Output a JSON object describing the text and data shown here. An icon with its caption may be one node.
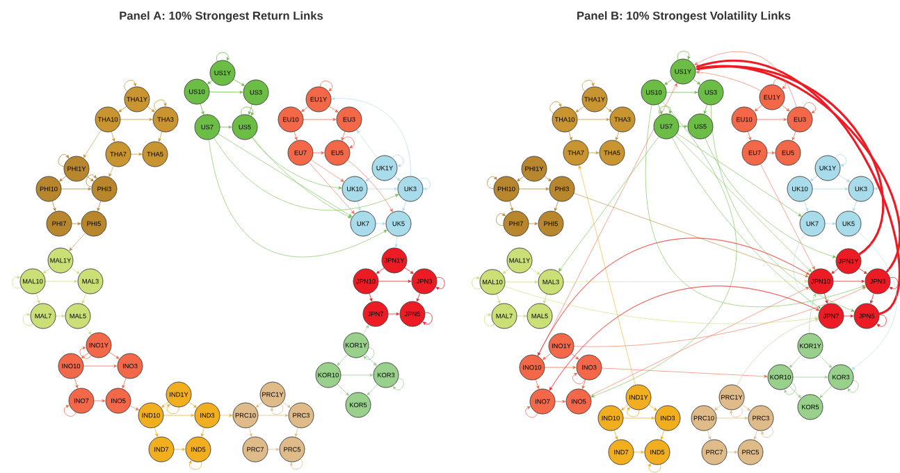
{
  "diagram": {
    "labels": [
      "Panel A: 10% Strongest Return Links",
      "Panel B: 10% Strongest Volatility Links"
    ],
    "nodes": [
      {
        "text": [
          "US1Y"
        ]
      },
      {
        "text": [
          "US10"
        ]
      },
      {
        "text": [
          "US3"
        ]
      },
      {
        "text": [
          "US7"
        ]
      },
      {
        "text": [
          "US5"
        ]
      },
      {
        "text": [
          "EU1Y"
        ]
      },
      {
        "text": [
          "EU10"
        ]
      },
      {
        "text": [
          "EU3"
        ]
      },
      {
        "text": [
          "EU7"
        ]
      },
      {
        "text": [
          "EU5"
        ]
      },
      {
        "text": [
          "UK1Y"
        ]
      },
      {
        "text": [
          "UK10"
        ]
      },
      {
        "text": [
          "UK3"
        ]
      },
      {
        "text": [
          "UK7"
        ]
      },
      {
        "text": [
          "UK5"
        ]
      },
      {
        "text": [
          "JPN1Y"
        ]
      },
      {
        "text": [
          "JPN10"
        ]
      },
      {
        "text": [
          "JPN3"
        ]
      },
      {
        "text": [
          "JPN7"
        ]
      },
      {
        "text": [
          "JPN5"
        ]
      },
      {
        "text": [
          "KOR1Y"
        ]
      },
      {
        "text": [
          "KOR10"
        ]
      },
      {
        "text": [
          "KOR3"
        ]
      },
      {
        "text": [
          "KOR5"
        ]
      },
      {
        "text": [
          "PRC1Y"
        ]
      },
      {
        "text": [
          "PRC10"
        ]
      },
      {
        "text": [
          "PRC3"
        ]
      },
      {
        "text": [
          "PRC7"
        ]
      },
      {
        "text": [
          "PRC5"
        ]
      },
      {
        "text": [
          "IND1Y"
        ]
      },
      {
        "text": [
          "IND10"
        ]
      },
      {
        "text": [
          "IND3"
        ]
      },
      {
        "text": [
          "IND7"
        ]
      },
      {
        "text": [
          "IND5"
        ]
      },
      {
        "text": [
          "INO1Y"
        ]
      },
      {
        "text": [
          "INO10"
        ]
      },
      {
        "text": [
          "INO3"
        ]
      },
      {
        "text": [
          "INO7"
        ]
      },
      {
        "text": [
          "INO5"
        ]
      },
      {
        "text": [
          "MAL1Y"
        ]
      },
      {
        "text": [
          "MAL10"
        ]
      },
      {
        "text": [
          "MAL3"
        ]
      },
      {
        "text": [
          "MAL7"
        ]
      },
      {
        "text": [
          "MAL5"
        ]
      },
      {
        "text": [
          "PHI1Y"
        ]
      },
      {
        "text": [
          "PHI10"
        ]
      },
      {
        "text": [
          "PHI3"
        ]
      },
      {
        "text": [
          "PHI7"
        ]
      },
      {
        "text": [
          "PHI5"
        ]
      },
      {
        "text": [
          "THA1Y"
        ]
      },
      {
        "text": [
          "THA10"
        ]
      },
      {
        "text": [
          "THA3"
        ]
      },
      {
        "text": [
          "THA7"
        ]
      },
      {
        "text": [
          "THA5"
        ]
      },
      {
        "text": [
          "US1Y"
        ]
      },
      {
        "text": [
          "US10"
        ]
      },
      {
        "text": [
          "US3"
        ]
      },
      {
        "text": [
          "US7"
        ]
      },
      {
        "text": [
          "US5"
        ]
      },
      {
        "text": [
          "EU1Y"
        ]
      },
      {
        "text": [
          "EU10"
        ]
      },
      {
        "text": [
          "EU3"
        ]
      },
      {
        "text": [
          "EU7"
        ]
      },
      {
        "text": [
          "EU5"
        ]
      },
      {
        "text": [
          "UK1Y"
        ]
      },
      {
        "text": [
          "UK10"
        ]
      },
      {
        "text": [
          "UK3"
        ]
      },
      {
        "text": [
          "UK7"
        ]
      },
      {
        "text": [
          "UK5"
        ]
      },
      {
        "text": [
          "JPN1Y"
        ]
      },
      {
        "text": [
          "JPN10"
        ]
      },
      {
        "text": [
          "JPN3"
        ]
      },
      {
        "text": [
          "JPN7"
        ]
      },
      {
        "text": [
          "JPN5"
        ]
      },
      {
        "text": [
          "KOR1Y"
        ]
      },
      {
        "text": [
          "KOR10"
        ]
      },
      {
        "text": [
          "KOR3"
        ]
      },
      {
        "text": [
          "KOR5"
        ]
      },
      {
        "text": [
          "PRC1Y"
        ]
      },
      {
        "text": [
          "PRC10"
        ]
      },
      {
        "text": [
          "PRC3"
        ]
      },
      {
        "text": [
          "PRC7"
        ]
      },
      {
        "text": [
          "PRC5"
        ]
      },
      {
        "text": [
          "IND1Y"
        ]
      },
      {
        "text": [
          "IND10"
        ]
      },
      {
        "text": [
          "IND3"
        ]
      },
      {
        "text": [
          "IND7"
        ]
      },
      {
        "text": [
          "IND5"
        ]
      },
      {
        "text": [
          "INO1Y"
        ]
      },
      {
        "text": [
          "INO10"
        ]
      },
      {
        "text": [
          "INO3"
        ]
      },
      {
        "text": [
          "INO7"
        ]
      },
      {
        "text": [
          "INO5"
        ]
      },
      {
        "text": [
          "MAL1Y"
        ]
      },
      {
        "text": [
          "MAL10"
        ]
      },
      {
        "text": [
          "MAL3"
        ]
      },
      {
        "text": [
          "MAL7"
        ]
      },
      {
        "text": [
          "MAL5"
        ]
      },
      {
        "text": [
          "PHI1Y"
        ]
      },
      {
        "text": [
          "PHI10"
        ]
      },
      {
        "text": [
          "PHI3"
        ]
      },
      {
        "text": [
          "PHI7"
        ]
      },
      {
        "text": [
          "PHI5"
        ]
      },
      {
        "text": [
          "THA1Y"
        ]
      },
      {
        "text": [
          "THA10"
        ]
      },
      {
        "text": [
          "THA3"
        ]
      },
      {
        "text": [
          "THA7"
        ]
      },
      {
        "text": [
          "THA5"
        ]
      }
    ],
    "edges": [
      {
        "from": 0,
        "to": 1,
        "arrow": "to",
        "color": "#6cbd45"
      },
      {
        "from": 0,
        "to": 2,
        "arrow": "to",
        "color": "#6cbd45"
      },
      {
        "from": 1,
        "to": 2,
        "arrow": "to",
        "color": "#6cbd45"
      },
      {
        "from": 1,
        "to": 3,
        "arrow": "to",
        "color": "#6cbd45"
      },
      {
        "from": 2,
        "to": 4,
        "arrow": "to",
        "color": "#6cbd45"
      },
      {
        "from": 3,
        "to": 4,
        "arrow": "to",
        "color": "#6cbd45"
      },
      {
        "from": 0,
        "to": 0,
        "arrow": "to",
        "color": "#6cbd45"
      },
      {
        "from": 4,
        "to": 4,
        "arrow": "to",
        "color": "#6cbd45"
      },
      {
        "from": 5,
        "to": 6,
        "arrow": "to",
        "color": "#f26849"
      },
      {
        "from": 5,
        "to": 7,
        "arrow": "to",
        "color": "#f26849"
      },
      {
        "from": 6,
        "to": 7,
        "arrow": "to",
        "color": "#f26849"
      },
      {
        "from": 6,
        "to": 8,
        "arrow": "to",
        "color": "#f26849"
      },
      {
        "from": 7,
        "to": 9,
        "arrow": "to",
        "color": "#f26849"
      },
      {
        "from": 8,
        "to": 9,
        "arrow": "to",
        "color": "#f26849"
      },
      {
        "from": 5,
        "to": 5,
        "arrow": "to",
        "color": "#f26849"
      },
      {
        "from": 9,
        "to": 9,
        "arrow": "to",
        "color": "#f26849"
      },
      {
        "from": 10,
        "to": 11,
        "arrow": "to",
        "color": "#a8dcea"
      },
      {
        "from": 10,
        "to": 12,
        "arrow": "to",
        "color": "#a8dcea"
      },
      {
        "from": 11,
        "to": 12,
        "arrow": "to",
        "color": "#a8dcea"
      },
      {
        "from": 11,
        "to": 13,
        "arrow": "to",
        "color": "#a8dcea"
      },
      {
        "from": 12,
        "to": 14,
        "arrow": "to",
        "color": "#a8dcea"
      },
      {
        "from": 13,
        "to": 14,
        "arrow": "to",
        "color": "#a8dcea"
      },
      {
        "from": 10,
        "to": 10,
        "arrow": "to",
        "color": "#a8dcea"
      },
      {
        "from": 12,
        "to": 12,
        "arrow": "to",
        "color": "#a8dcea"
      },
      {
        "from": 15,
        "to": 16,
        "arrow": "to",
        "color": "#ed1c24"
      },
      {
        "from": 15,
        "to": 17,
        "arrow": "to",
        "color": "#ed1c24"
      },
      {
        "from": 16,
        "to": 17,
        "arrow": "to",
        "color": "#ed1c24"
      },
      {
        "from": 16,
        "to": 18,
        "arrow": "to",
        "color": "#ed1c24"
      },
      {
        "from": 17,
        "to": 19,
        "arrow": "to",
        "color": "#ed1c24"
      },
      {
        "from": 18,
        "to": 19,
        "arrow": "to",
        "color": "#ed1c24"
      },
      {
        "from": 17,
        "to": 17,
        "arrow": "to",
        "color": "#ed1c24"
      },
      {
        "from": 19,
        "to": 19,
        "arrow": "to",
        "color": "#ed1c24"
      },
      {
        "from": 20,
        "to": 21,
        "arrow": "to",
        "color": "#98d08c"
      },
      {
        "from": 20,
        "to": 22,
        "arrow": "to",
        "color": "#98d08c"
      },
      {
        "from": 21,
        "to": 22,
        "arrow": "to",
        "color": "#98d08c"
      },
      {
        "from": 21,
        "to": 23,
        "arrow": "to",
        "color": "#98d08c"
      },
      {
        "from": 22,
        "to": 23,
        "arrow": "to",
        "color": "#98d08c"
      },
      {
        "from": 20,
        "to": 20,
        "arrow": "to",
        "color": "#98d08c"
      },
      {
        "from": 22,
        "to": 22,
        "arrow": "to",
        "color": "#98d08c"
      },
      {
        "from": 24,
        "to": 25,
        "arrow": "to",
        "color": "#e0bb8a"
      },
      {
        "from": 24,
        "to": 26,
        "arrow": "to",
        "color": "#e0bb8a"
      },
      {
        "from": 25,
        "to": 26,
        "arrow": "to",
        "color": "#e0bb8a"
      },
      {
        "from": 25,
        "to": 27,
        "arrow": "to",
        "color": "#e0bb8a"
      },
      {
        "from": 26,
        "to": 28,
        "arrow": "to",
        "color": "#e0bb8a"
      },
      {
        "from": 27,
        "to": 28,
        "arrow": "to",
        "color": "#e0bb8a"
      },
      {
        "from": 24,
        "to": 24,
        "arrow": "to",
        "color": "#e0bb8a"
      },
      {
        "from": 28,
        "to": 28,
        "arrow": "to",
        "color": "#e0bb8a"
      },
      {
        "from": 29,
        "to": 30,
        "arrow": "to",
        "color": "#f1ae1f"
      },
      {
        "from": 29,
        "to": 31,
        "arrow": "to",
        "color": "#f1ae1f"
      },
      {
        "from": 30,
        "to": 31,
        "arrow": "to",
        "color": "#f1ae1f"
      },
      {
        "from": 30,
        "to": 32,
        "arrow": "to",
        "color": "#f1ae1f"
      },
      {
        "from": 31,
        "to": 33,
        "arrow": "to",
        "color": "#f1ae1f"
      },
      {
        "from": 32,
        "to": 33,
        "arrow": "to",
        "color": "#f1ae1f"
      },
      {
        "from": 29,
        "to": 29,
        "arrow": "to",
        "color": "#f1ae1f"
      },
      {
        "from": 33,
        "to": 33,
        "arrow": "to",
        "color": "#f1ae1f"
      },
      {
        "from": 34,
        "to": 35,
        "arrow": "to",
        "color": "#f26849"
      },
      {
        "from": 34,
        "to": 36,
        "arrow": "to",
        "color": "#f26849"
      },
      {
        "from": 35,
        "to": 36,
        "arrow": "to",
        "color": "#f26849"
      },
      {
        "from": 35,
        "to": 37,
        "arrow": "to",
        "color": "#f26849"
      },
      {
        "from": 36,
        "to": 38,
        "arrow": "to",
        "color": "#f26849"
      },
      {
        "from": 37,
        "to": 38,
        "arrow": "to",
        "color": "#f26849"
      },
      {
        "from": 34,
        "to": 34,
        "arrow": "to",
        "color": "#f26849"
      },
      {
        "from": 37,
        "to": 37,
        "arrow": "to",
        "color": "#f26849"
      },
      {
        "from": 39,
        "to": 40,
        "arrow": "to",
        "color": "#cadf76"
      },
      {
        "from": 39,
        "to": 41,
        "arrow": "to",
        "color": "#cadf76"
      },
      {
        "from": 40,
        "to": 41,
        "arrow": "to",
        "color": "#cadf76"
      },
      {
        "from": 40,
        "to": 42,
        "arrow": "to",
        "color": "#cadf76"
      },
      {
        "from": 41,
        "to": 43,
        "arrow": "to",
        "color": "#cadf76"
      },
      {
        "from": 42,
        "to": 43,
        "arrow": "to",
        "color": "#cadf76"
      },
      {
        "from": 40,
        "to": 40,
        "arrow": "to",
        "color": "#cadf76"
      },
      {
        "from": 42,
        "to": 42,
        "arrow": "to",
        "color": "#cadf76"
      },
      {
        "from": 44,
        "to": 45,
        "arrow": "to",
        "color": "#b8862c"
      },
      {
        "from": 44,
        "to": 46,
        "arrow": "to",
        "color": "#b8862c"
      },
      {
        "from": 45,
        "to": 46,
        "arrow": "to",
        "color": "#b8862c"
      },
      {
        "from": 45,
        "to": 47,
        "arrow": "to",
        "color": "#b8862c"
      },
      {
        "from": 46,
        "to": 48,
        "arrow": "to",
        "color": "#b8862c"
      },
      {
        "from": 47,
        "to": 48,
        "arrow": "to",
        "color": "#b8862c"
      },
      {
        "from": 44,
        "to": 44,
        "arrow": "to",
        "color": "#b8862c"
      },
      {
        "from": 46,
        "to": 46,
        "arrow": "to",
        "color": "#b8862c"
      },
      {
        "from": 49,
        "to": 50,
        "arrow": "to",
        "color": "#c99530"
      },
      {
        "from": 49,
        "to": 51,
        "arrow": "to",
        "color": "#c99530"
      },
      {
        "from": 50,
        "to": 51,
        "arrow": "to",
        "color": "#c99530"
      },
      {
        "from": 50,
        "to": 52,
        "arrow": "to",
        "color": "#c99530"
      },
      {
        "from": 51,
        "to": 53,
        "arrow": "to",
        "color": "#c99530"
      },
      {
        "from": 52,
        "to": 53,
        "arrow": "to",
        "color": "#c99530"
      },
      {
        "from": 49,
        "to": 49,
        "arrow": "to",
        "color": "#c99530"
      },
      {
        "from": 51,
        "to": 51,
        "arrow": "to",
        "color": "#c99530"
      },
      {
        "from": 3,
        "to": 13,
        "arrow": "to",
        "color": "#6cbd45"
      },
      {
        "from": 3,
        "to": 14,
        "arrow": "to",
        "color": "#6cbd45"
      },
      {
        "from": 4,
        "to": 11,
        "arrow": "to",
        "color": "#6cbd45"
      },
      {
        "from": 3,
        "to": 12,
        "arrow": "to",
        "color": "#6cbd45"
      },
      {
        "from": 4,
        "to": 13,
        "arrow": "to",
        "color": "#6cbd45"
      },
      {
        "from": 8,
        "to": 13,
        "arrow": "to",
        "color": "#f26849"
      },
      {
        "from": 9,
        "to": 14,
        "arrow": "to",
        "color": "#f26849"
      },
      {
        "from": 8,
        "to": 11,
        "arrow": "to",
        "color": "#f26849"
      },
      {
        "from": 10,
        "to": 7,
        "arrow": "to",
        "color": "#a8dcea"
      },
      {
        "from": 12,
        "to": 5,
        "arrow": "to",
        "color": "#a8dcea"
      },
      {
        "from": 14,
        "to": 15,
        "arrow": "to",
        "color": "#a8dcea"
      },
      {
        "from": 20,
        "to": 18,
        "arrow": "to",
        "color": "#98d08c"
      },
      {
        "from": 31,
        "to": 25,
        "arrow": "to",
        "color": "#f1ae1f"
      },
      {
        "from": 38,
        "to": 30,
        "arrow": "to",
        "color": "#f26849"
      },
      {
        "from": 43,
        "to": 34,
        "arrow": "to",
        "color": "#cadf76"
      },
      {
        "from": 48,
        "to": 39,
        "arrow": "to",
        "color": "#b8862c"
      },
      {
        "from": 52,
        "to": 46,
        "arrow": "to",
        "color": "#c99530"
      },
      {
        "from": 50,
        "to": 44,
        "arrow": "to",
        "color": "#c99530"
      },
      {
        "from": 54,
        "to": 55,
        "arrow": "to",
        "color": "#6cbd45"
      },
      {
        "from": 54,
        "to": 56,
        "arrow": "to",
        "color": "#6cbd45"
      },
      {
        "from": 55,
        "to": 56,
        "arrow": "to",
        "color": "#6cbd45"
      },
      {
        "from": 55,
        "to": 57,
        "arrow": "to",
        "color": "#6cbd45"
      },
      {
        "from": 56,
        "to": 58,
        "arrow": "to",
        "color": "#6cbd45"
      },
      {
        "from": 57,
        "to": 58,
        "arrow": "to",
        "color": "#6cbd45"
      },
      {
        "from": 54,
        "to": 54,
        "arrow": "to",
        "color": "#6cbd45"
      },
      {
        "from": 57,
        "to": 57,
        "arrow": "to",
        "color": "#6cbd45"
      },
      {
        "from": 59,
        "to": 60,
        "arrow": "to",
        "color": "#f26849"
      },
      {
        "from": 59,
        "to": 61,
        "arrow": "to",
        "color": "#f26849"
      },
      {
        "from": 60,
        "to": 61,
        "arrow": "to",
        "color": "#f26849"
      },
      {
        "from": 60,
        "to": 62,
        "arrow": "to",
        "color": "#f26849"
      },
      {
        "from": 61,
        "to": 63,
        "arrow": "to",
        "color": "#f26849"
      },
      {
        "from": 62,
        "to": 63,
        "arrow": "to",
        "color": "#f26849"
      },
      {
        "from": 59,
        "to": 59,
        "arrow": "to",
        "color": "#f26849"
      },
      {
        "from": 61,
        "to": 61,
        "arrow": "to",
        "color": "#f26849"
      },
      {
        "from": 64,
        "to": 65,
        "arrow": "to",
        "color": "#a8dcea"
      },
      {
        "from": 64,
        "to": 66,
        "arrow": "to",
        "color": "#a8dcea"
      },
      {
        "from": 65,
        "to": 66,
        "arrow": "to",
        "color": "#a8dcea"
      },
      {
        "from": 65,
        "to": 67,
        "arrow": "to",
        "color": "#a8dcea"
      },
      {
        "from": 66,
        "to": 68,
        "arrow": "to",
        "color": "#a8dcea"
      },
      {
        "from": 67,
        "to": 68,
        "arrow": "to",
        "color": "#a8dcea"
      },
      {
        "from": 64,
        "to": 64,
        "arrow": "to",
        "color": "#a8dcea"
      },
      {
        "from": 66,
        "to": 66,
        "arrow": "to",
        "color": "#a8dcea"
      },
      {
        "from": 69,
        "to": 70,
        "arrow": "to",
        "color": "#ed1c24"
      },
      {
        "from": 69,
        "to": 71,
        "arrow": "to",
        "color": "#ed1c24"
      },
      {
        "from": 70,
        "to": 71,
        "arrow": "to",
        "color": "#ed1c24"
      },
      {
        "from": 70,
        "to": 72,
        "arrow": "to",
        "color": "#ed1c24"
      },
      {
        "from": 71,
        "to": 73,
        "arrow": "to",
        "color": "#ed1c24"
      },
      {
        "from": 72,
        "to": 73,
        "arrow": "to",
        "color": "#ed1c24"
      },
      {
        "from": 71,
        "to": 71,
        "arrow": "to",
        "color": "#ed1c24"
      },
      {
        "from": 73,
        "to": 73,
        "arrow": "to",
        "color": "#ed1c24"
      },
      {
        "from": 74,
        "to": 75,
        "arrow": "to",
        "color": "#98d08c"
      },
      {
        "from": 74,
        "to": 76,
        "arrow": "to",
        "color": "#98d08c"
      },
      {
        "from": 75,
        "to": 76,
        "arrow": "to",
        "color": "#98d08c"
      },
      {
        "from": 75,
        "to": 77,
        "arrow": "to",
        "color": "#98d08c"
      },
      {
        "from": 76,
        "to": 77,
        "arrow": "to",
        "color": "#98d08c"
      },
      {
        "from": 75,
        "to": 75,
        "arrow": "to",
        "color": "#98d08c"
      },
      {
        "from": 76,
        "to": 76,
        "arrow": "to",
        "color": "#98d08c"
      },
      {
        "from": 78,
        "to": 79,
        "arrow": "to",
        "color": "#e0bb8a"
      },
      {
        "from": 78,
        "to": 80,
        "arrow": "to",
        "color": "#e0bb8a"
      },
      {
        "from": 79,
        "to": 80,
        "arrow": "to",
        "color": "#e0bb8a"
      },
      {
        "from": 79,
        "to": 81,
        "arrow": "to",
        "color": "#e0bb8a"
      },
      {
        "from": 80,
        "to": 82,
        "arrow": "to",
        "color": "#e0bb8a"
      },
      {
        "from": 81,
        "to": 82,
        "arrow": "to",
        "color": "#e0bb8a"
      },
      {
        "from": 78,
        "to": 78,
        "arrow": "to",
        "color": "#e0bb8a"
      },
      {
        "from": 80,
        "to": 80,
        "arrow": "to",
        "color": "#e0bb8a"
      },
      {
        "from": 83,
        "to": 84,
        "arrow": "to",
        "color": "#f1ae1f"
      },
      {
        "from": 83,
        "to": 85,
        "arrow": "to",
        "color": "#f1ae1f"
      },
      {
        "from": 84,
        "to": 85,
        "arrow": "to",
        "color": "#f1ae1f"
      },
      {
        "from": 84,
        "to": 86,
        "arrow": "to",
        "color": "#f1ae1f"
      },
      {
        "from": 85,
        "to": 87,
        "arrow": "to",
        "color": "#f1ae1f"
      },
      {
        "from": 86,
        "to": 87,
        "arrow": "to",
        "color": "#f1ae1f"
      },
      {
        "from": 83,
        "to": 83,
        "arrow": "to",
        "color": "#f1ae1f"
      },
      {
        "from": 87,
        "to": 87,
        "arrow": "to",
        "color": "#f1ae1f"
      },
      {
        "from": 88,
        "to": 89,
        "arrow": "to",
        "color": "#f26849"
      },
      {
        "from": 88,
        "to": 90,
        "arrow": "to",
        "color": "#f26849"
      },
      {
        "from": 89,
        "to": 90,
        "arrow": "to",
        "color": "#f26849"
      },
      {
        "from": 89,
        "to": 91,
        "arrow": "to",
        "color": "#f26849"
      },
      {
        "from": 90,
        "to": 92,
        "arrow": "to",
        "color": "#f26849"
      },
      {
        "from": 91,
        "to": 92,
        "arrow": "to",
        "color": "#f26849"
      },
      {
        "from": 90,
        "to": 90,
        "arrow": "to",
        "color": "#f26849"
      },
      {
        "from": 91,
        "to": 91,
        "arrow": "to",
        "color": "#f26849"
      },
      {
        "from": 93,
        "to": 94,
        "arrow": "to",
        "color": "#cadf76"
      },
      {
        "from": 93,
        "to": 95,
        "arrow": "to",
        "color": "#cadf76"
      },
      {
        "from": 94,
        "to": 95,
        "arrow": "to",
        "color": "#cadf76"
      },
      {
        "from": 94,
        "to": 96,
        "arrow": "to",
        "color": "#cadf76"
      },
      {
        "from": 95,
        "to": 97,
        "arrow": "to",
        "color": "#cadf76"
      },
      {
        "from": 96,
        "to": 97,
        "arrow": "to",
        "color": "#cadf76"
      },
      {
        "from": 94,
        "to": 94,
        "arrow": "to",
        "color": "#cadf76"
      },
      {
        "from": 96,
        "to": 96,
        "arrow": "to",
        "color": "#cadf76"
      },
      {
        "from": 98,
        "to": 99,
        "arrow": "to",
        "color": "#b8862c"
      },
      {
        "from": 98,
        "to": 100,
        "arrow": "to",
        "color": "#b8862c"
      },
      {
        "from": 99,
        "to": 100,
        "arrow": "to",
        "color": "#b8862c"
      },
      {
        "from": 99,
        "to": 101,
        "arrow": "to",
        "color": "#b8862c"
      },
      {
        "from": 100,
        "to": 102,
        "arrow": "to",
        "color": "#b8862c"
      },
      {
        "from": 101,
        "to": 102,
        "arrow": "to",
        "color": "#b8862c"
      },
      {
        "from": 99,
        "to": 99,
        "arrow": "to",
        "color": "#b8862c"
      },
      {
        "from": 101,
        "to": 101,
        "arrow": "to",
        "color": "#b8862c"
      },
      {
        "from": 103,
        "to": 104,
        "arrow": "to",
        "color": "#c99530"
      },
      {
        "from": 103,
        "to": 105,
        "arrow": "to",
        "color": "#c99530"
      },
      {
        "from": 104,
        "to": 105,
        "arrow": "to",
        "color": "#c99530"
      },
      {
        "from": 104,
        "to": 106,
        "arrow": "to",
        "color": "#c99530"
      },
      {
        "from": 105,
        "to": 107,
        "arrow": "to",
        "color": "#c99530"
      },
      {
        "from": 106,
        "to": 107,
        "arrow": "to",
        "color": "#c99530"
      },
      {
        "from": 103,
        "to": 103,
        "arrow": "to",
        "color": "#c99530"
      },
      {
        "from": 104,
        "to": 104,
        "arrow": "to",
        "color": "#c99530"
      },
      {
        "from": 69,
        "to": 54,
        "arrow": "to",
        "style": "thick",
        "color": "#ed1c24"
      },
      {
        "from": 71,
        "to": 54,
        "arrow": "to",
        "style": "thick",
        "color": "#ed1c24"
      },
      {
        "from": 73,
        "to": 54,
        "arrow": "to",
        "style": "thick",
        "color": "#ed1c24"
      },
      {
        "from": 57,
        "to": 70,
        "arrow": "to",
        "color": "#6cbd45"
      },
      {
        "from": 57,
        "to": 72,
        "arrow": "to",
        "color": "#6cbd45"
      },
      {
        "from": 58,
        "to": 69,
        "arrow": "to",
        "color": "#6cbd45"
      },
      {
        "from": 55,
        "to": 71,
        "arrow": "to",
        "color": "#6cbd45"
      },
      {
        "from": 56,
        "to": 73,
        "arrow": "to",
        "color": "#6cbd45"
      },
      {
        "from": 57,
        "to": 67,
        "arrow": "to",
        "color": "#6cbd45"
      },
      {
        "from": 55,
        "to": 92,
        "arrow": "to",
        "color": "#6cbd45"
      },
      {
        "from": 57,
        "to": 95,
        "arrow": "to",
        "color": "#6cbd45"
      },
      {
        "from": 68,
        "to": 76,
        "arrow": "to",
        "color": "#a8dcea"
      },
      {
        "from": 67,
        "to": 72,
        "arrow": "to",
        "color": "#a8dcea"
      },
      {
        "from": 89,
        "to": 70,
        "arrow": "to",
        "color": "#f26849"
      },
      {
        "from": 91,
        "to": 72,
        "arrow": "to",
        "color": "#f26849"
      },
      {
        "from": 92,
        "to": 70,
        "arrow": "to",
        "color": "#f26849"
      },
      {
        "from": 88,
        "to": 71,
        "arrow": "to",
        "color": "#f26849"
      },
      {
        "from": 90,
        "to": 75,
        "arrow": "to",
        "color": "#f26849"
      },
      {
        "from": 89,
        "to": 54,
        "arrow": "to",
        "color": "#f26849"
      },
      {
        "from": 83,
        "to": 106,
        "arrow": "to",
        "color": "#f1ae1f"
      },
      {
        "from": 100,
        "to": 70,
        "arrow": "to",
        "color": "#b8862c"
      },
      {
        "from": 95,
        "to": 70,
        "arrow": "to",
        "color": "#cadf76"
      },
      {
        "from": 94,
        "to": 72,
        "arrow": "to",
        "color": "#cadf76"
      },
      {
        "from": 61,
        "to": 54,
        "arrow": "to",
        "color": "#f26849"
      },
      {
        "from": 59,
        "to": 54,
        "arrow": "to",
        "color": "#f26849"
      },
      {
        "from": 62,
        "to": 70,
        "arrow": "to",
        "color": "#f26849"
      },
      {
        "from": 72,
        "to": 91,
        "arrow": "to",
        "color": "#ed1c24"
      },
      {
        "from": 70,
        "to": 89,
        "arrow": "to",
        "color": "#ed1c24"
      },
      {
        "from": 78,
        "to": 72,
        "arrow": "to",
        "color": "#e0bb8a"
      },
      {
        "from": 74,
        "to": 70,
        "arrow": "to",
        "color": "#98d08c"
      }
    ]
  }
}
